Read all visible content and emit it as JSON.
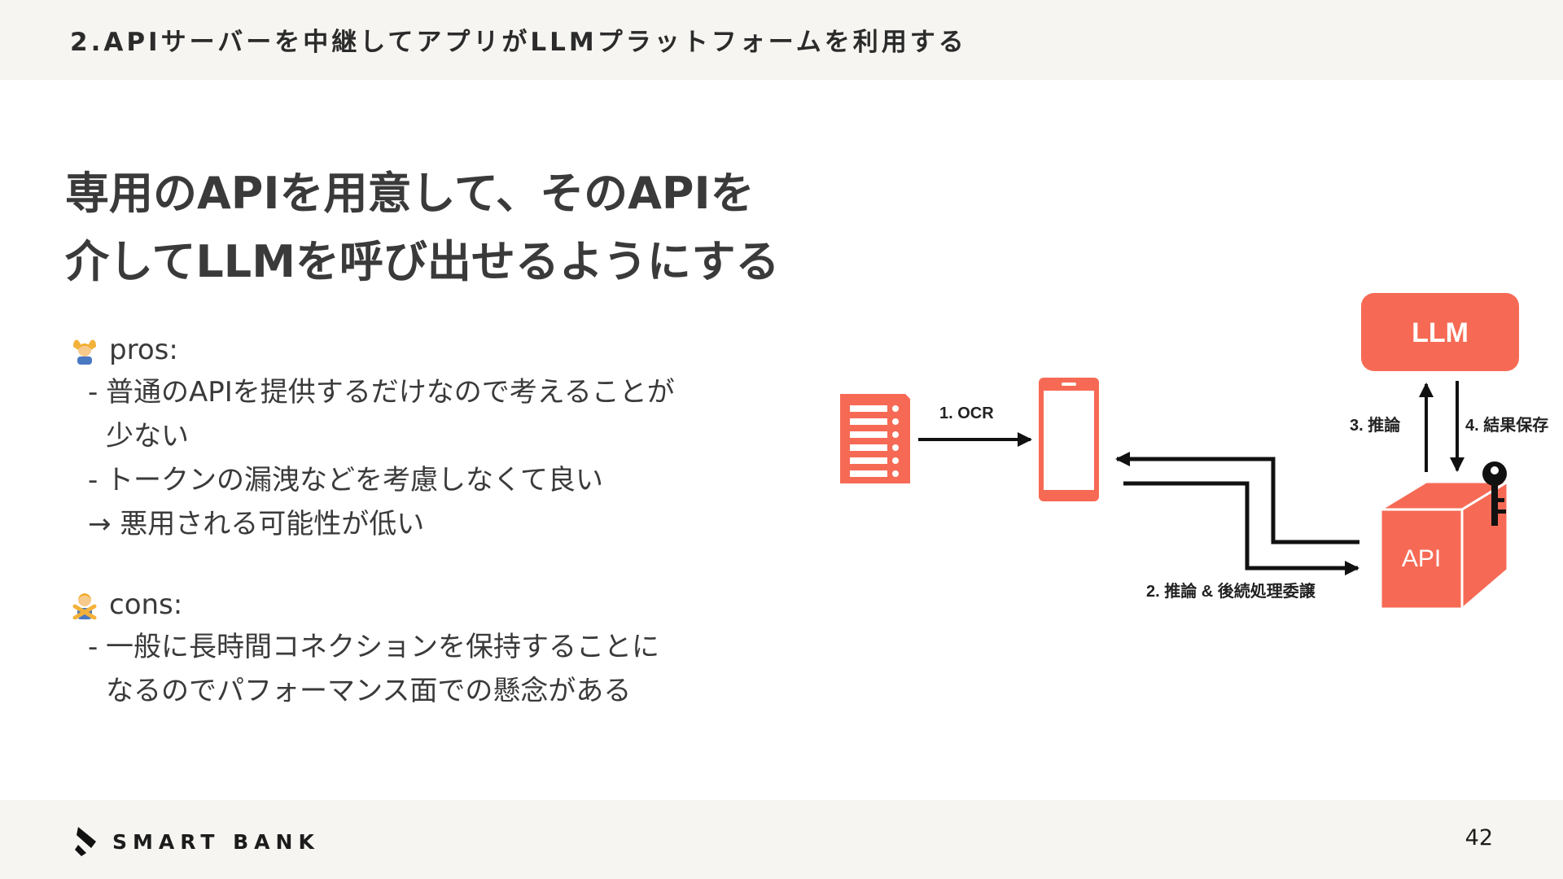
{
  "header": {
    "title": "2.APIサーバーを中継してアプリがLLMプラットフォームを利用する"
  },
  "heading": {
    "line1": "専用のAPIを用意して、そのAPIを",
    "line2": "介してLLMを呼び出せるようにする"
  },
  "pros": {
    "label": "pros:",
    "items": [
      "普通のAPIを提供するだけなので考えることが",
      "少ない",
      "トークンの漏洩などを考慮しなくて良い"
    ],
    "marker": "-",
    "consequence": "→ 悪用される可能性が低い"
  },
  "cons": {
    "label": "cons:",
    "items": [
      "一般に長時間コネクションを保持することに",
      "なるのでパフォーマンス面での懸念がある"
    ],
    "marker": "-"
  },
  "diagram": {
    "accent_color": "#f66a55",
    "step1": "1. OCR",
    "step2": "2. 推論 & 後続処理委譲",
    "step3": "3. 推論",
    "step4": "4. 結果保存",
    "llm_label": "LLM",
    "api_label": "API",
    "icons": [
      "receipt-icon",
      "smartphone-icon",
      "api-cube-icon",
      "key-icon"
    ]
  },
  "footer": {
    "brand": "SMART BANK",
    "page_number": "42"
  }
}
